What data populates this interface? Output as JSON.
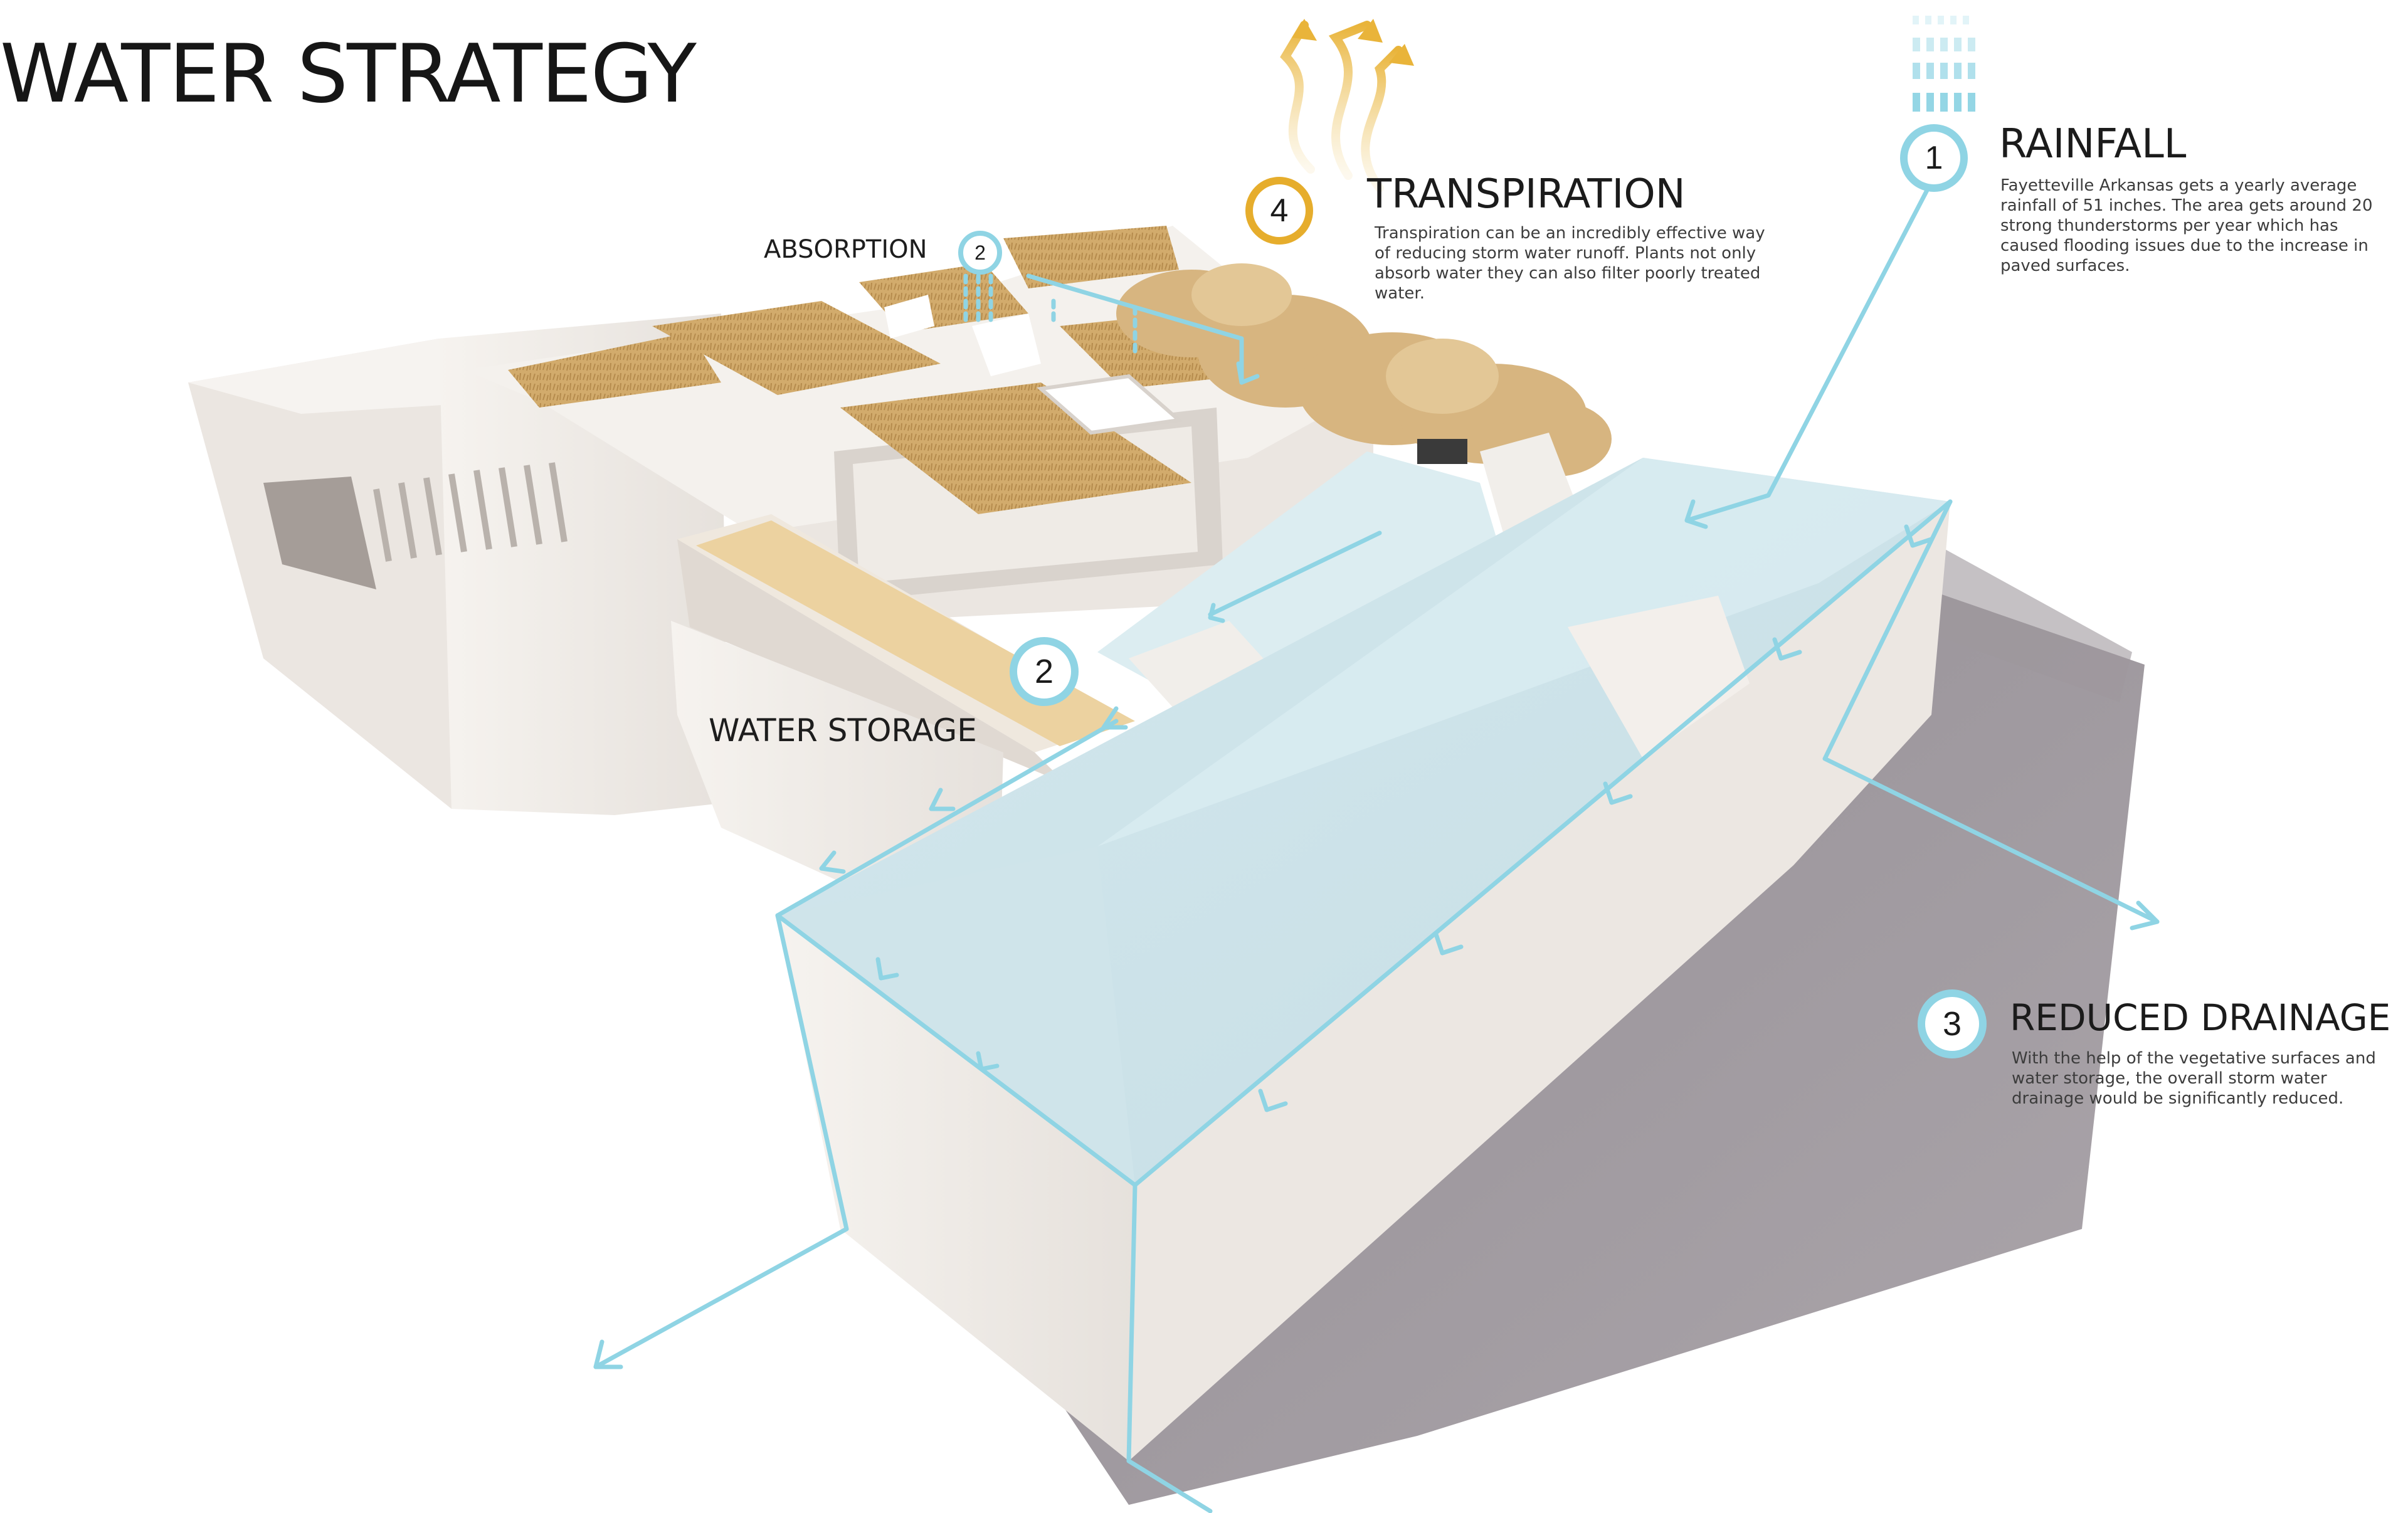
{
  "title": "WATER STRATEGY",
  "colors": {
    "water_blue": "#8fd4e4",
    "roof_blue": "#d7ebf0",
    "wall_white": "#f1eeea",
    "green_roof": "#cfa96a",
    "transpiration_gold": "#e6ad2c",
    "shadow": "#8a838a",
    "text": "#1b1b1b"
  },
  "rainfall": {
    "number": "1",
    "heading": "RAINFALL",
    "description": "Fayetteville Arkansas gets a yearly average rainfall of 51 inches. The area gets around 20 strong thunderstorms per year which has caused flooding issues due to the increase in paved surfaces."
  },
  "absorption": {
    "number": "2",
    "label": "ABSORPTION"
  },
  "water_storage": {
    "number": "2",
    "label": "WATER STORAGE"
  },
  "reduced_drainage": {
    "number": "3",
    "heading": "REDUCED DRAINAGE",
    "description": "With the help of the vegetative surfaces and water storage, the overall storm water drainage would be significantly reduced."
  },
  "transpiration": {
    "number": "4",
    "heading": "TRANSPIRATION",
    "description": "Transpiration can be an incredibly effective way of reducing storm water runoff. Plants not only absorb water they can also filter poorly treated water."
  },
  "icons": [
    "rain-drops-icon",
    "transpiration-arrows-icon",
    "flow-arrow-icon"
  ]
}
